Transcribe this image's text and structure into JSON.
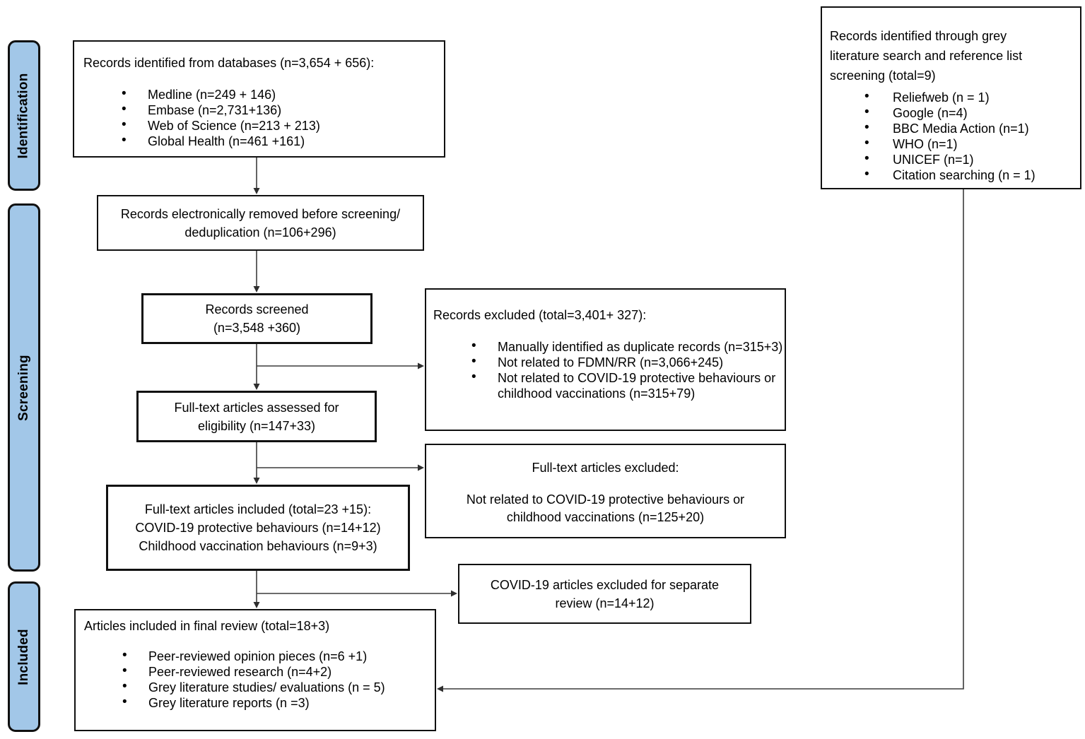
{
  "colors": {
    "stage_fill": "#a2c7e8",
    "box_border": "#101010",
    "arrow": "#3c3c3c"
  },
  "stages": {
    "identification": "Identification",
    "screening": "Screening",
    "included": "Included"
  },
  "boxes": {
    "databases": {
      "title": "Records identified from databases (n=3,654 + 656):",
      "bullets": [
        "Medline (n=249 + 146)",
        "Embase (n=2,731+136)",
        "Web of Science (n=213 + 213)",
        "Global Health (n=461 +161)"
      ]
    },
    "grey_literature": {
      "title": "Records identified through grey literature search and reference list screening (total=9)",
      "bullets": [
        "Reliefweb (n = 1)",
        "Google (n=4)",
        "BBC Media Action (n=1)",
        "WHO (n=1)",
        "UNICEF (n=1)",
        "Citation searching (n = 1)"
      ]
    },
    "removed": {
      "line1": "Records electronically removed before screening/",
      "line2": "deduplication (n=106+296)"
    },
    "screened": {
      "line1": "Records screened",
      "line2": "(n=3,548 +360)"
    },
    "records_excluded": {
      "title": "Records excluded (total=3,401+ 327):",
      "bullets": [
        "Manually identified as duplicate records (n=315+3)",
        "Not related to FDMN/RR (n=3,066+245)",
        "Not related to COVID-19 protective behaviours or childhood vaccinations (n=315+79)"
      ]
    },
    "fulltext_assessed": {
      "line1": "Full-text articles assessed for",
      "line2": "eligibility (n=147+33)"
    },
    "fulltext_excluded": {
      "heading": "Full-text articles excluded:",
      "body": "Not related to COVID-19 protective behaviours or childhood vaccinations (n=125+20)"
    },
    "fulltext_included": {
      "line1": "Full-text articles included (total=23 +15):",
      "line2": "COVID-19 protective behaviours (n=14+12)",
      "line3": "Childhood vaccination behaviours (n=9+3)"
    },
    "covid_excluded": {
      "text": "COVID-19 articles excluded for separate review (n=14+12)"
    },
    "final_review": {
      "title": "Articles included in final review (total=18+3)",
      "bullets": [
        "Peer-reviewed opinion pieces (n=6 +1)",
        "Peer-reviewed research (n=4+2)",
        "Grey literature studies/ evaluations (n = 5)",
        "Grey literature reports (n =3)"
      ]
    }
  }
}
